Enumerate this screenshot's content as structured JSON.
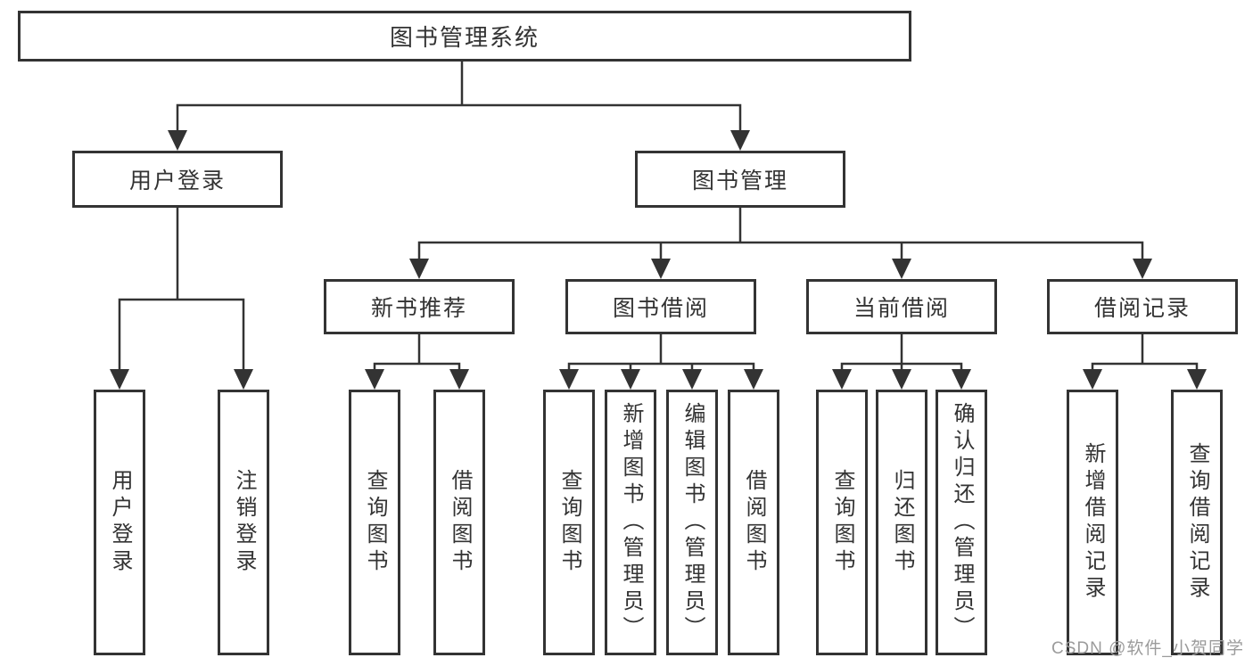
{
  "tree": {
    "root": {
      "label": "图书管理系统",
      "children": [
        {
          "label": "用户登录",
          "children": [
            {
              "label": "用户登录"
            },
            {
              "label": "注销登录"
            }
          ]
        },
        {
          "label": "图书管理",
          "children": [
            {
              "label": "新书推荐",
              "children": [
                {
                  "label": "查询图书"
                },
                {
                  "label": "借阅图书"
                }
              ]
            },
            {
              "label": "图书借阅",
              "children": [
                {
                  "label": "查询图书"
                },
                {
                  "label": "新增图书（管理员）"
                },
                {
                  "label": "编辑图书（管理员）"
                },
                {
                  "label": "借阅图书"
                }
              ]
            },
            {
              "label": "当前借阅",
              "children": [
                {
                  "label": "查询图书"
                },
                {
                  "label": "归还图书"
                },
                {
                  "label": "确认归还（管理员）"
                }
              ]
            },
            {
              "label": "借阅记录",
              "children": [
                {
                  "label": "新增借阅记录"
                },
                {
                  "label": "查询借阅记录"
                }
              ]
            }
          ]
        }
      ]
    }
  },
  "watermark": {
    "text": "CSDN @软件_小贺同学"
  },
  "colors": {
    "line": "#333333",
    "box_border": "#333333",
    "text": "#333333",
    "background": "#ffffff",
    "watermark_text": "#9b9b9b"
  }
}
